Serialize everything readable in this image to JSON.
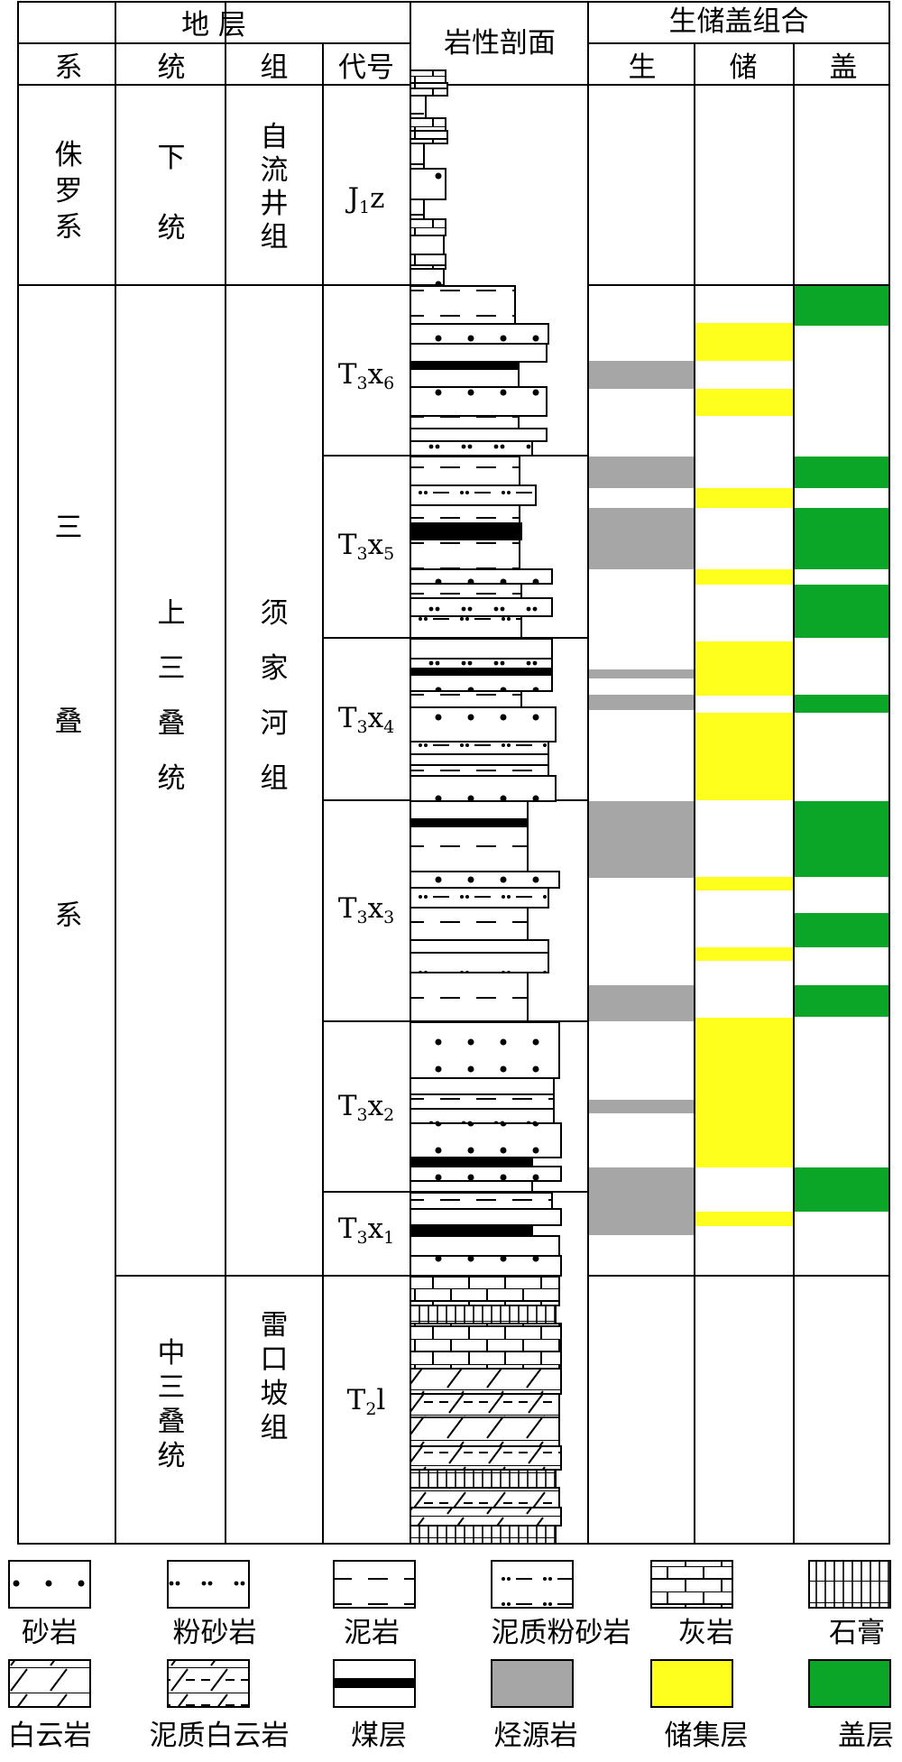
{
  "header": {
    "strata": "地 层",
    "lithology_profile": "岩性剖面",
    "combo": "生储盖组合",
    "cols": [
      "系",
      "统",
      "组",
      "代号"
    ],
    "combo_cols": [
      "生",
      "储",
      "盖"
    ]
  },
  "systems": [
    {
      "id": "jurassic",
      "label": "侏罗系"
    },
    {
      "id": "triassic",
      "label": "三叠系"
    }
  ],
  "series": [
    {
      "id": "lower",
      "label": "下统"
    },
    {
      "id": "upper",
      "label": "上三叠统"
    },
    {
      "id": "middle",
      "label": "中三叠统"
    }
  ],
  "formations": [
    {
      "id": "ziliujing",
      "label": "自流井组"
    },
    {
      "id": "xujiahe",
      "label": "须家河组"
    },
    {
      "id": "leikoupo",
      "label": "雷口坡组"
    }
  ],
  "codes": [
    {
      "id": "j1z",
      "base": "J",
      "sub": "1",
      "tail": "z"
    },
    {
      "id": "t3x6",
      "base": "T",
      "sub": "3",
      "tail": "x",
      "sub2": "6"
    },
    {
      "id": "t3x5",
      "base": "T",
      "sub": "3",
      "tail": "x",
      "sub2": "5"
    },
    {
      "id": "t3x4",
      "base": "T",
      "sub": "3",
      "tail": "x",
      "sub2": "4"
    },
    {
      "id": "t3x3",
      "base": "T",
      "sub": "3",
      "tail": "x",
      "sub2": "3"
    },
    {
      "id": "t3x2",
      "base": "T",
      "sub": "3",
      "tail": "x",
      "sub2": "2"
    },
    {
      "id": "t3x1",
      "base": "T",
      "sub": "3",
      "tail": "x",
      "sub2": "1"
    },
    {
      "id": "t2l",
      "base": "T",
      "sub": "2",
      "tail": "l"
    }
  ],
  "legend": [
    {
      "id": "sandstone",
      "label": "砂岩",
      "pattern": "sandstone"
    },
    {
      "id": "siltstone",
      "label": "粉砂岩",
      "pattern": "siltstone"
    },
    {
      "id": "mudstone",
      "label": "泥岩",
      "pattern": "mudstone"
    },
    {
      "id": "muddy-siltstone",
      "label": "泥质粉砂岩",
      "pattern": "muddy-siltstone"
    },
    {
      "id": "limestone",
      "label": "灰岩",
      "pattern": "limestone"
    },
    {
      "id": "gypsum",
      "label": "石膏",
      "pattern": "gypsum"
    },
    {
      "id": "dolomite",
      "label": "白云岩",
      "pattern": "dolomite"
    },
    {
      "id": "muddy-dolomite",
      "label": "泥质白云岩",
      "pattern": "muddy-dolomite"
    },
    {
      "id": "coal",
      "label": "煤层",
      "pattern": "coal"
    },
    {
      "id": "source-rock",
      "label": "烃源岩",
      "pattern": "source",
      "color": "#a6a6a6"
    },
    {
      "id": "reservoir",
      "label": "储集层",
      "pattern": "reservoir",
      "color": "#ffff1e"
    },
    {
      "id": "cap-rock",
      "label": "盖层",
      "pattern": "cap",
      "color": "#0ba527"
    }
  ]
}
